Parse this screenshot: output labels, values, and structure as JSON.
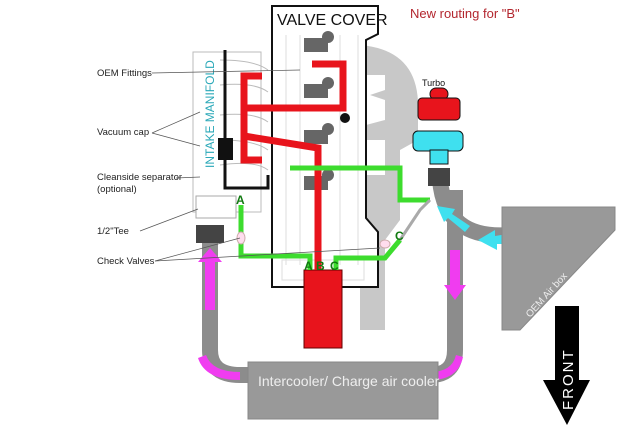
{
  "title": "New routing for \"B\"",
  "components": {
    "valve_cover": "VALVE COVER",
    "intake_manifold": "INTAKE MANIFOLD",
    "turbo": "Turbo",
    "intercooler": "Intercooler/ Charge air cooler",
    "air_box": "OEM Air box",
    "front": "FRONT"
  },
  "callouts": [
    {
      "label": "OEM Fittings"
    },
    {
      "label": "Vacuum cap"
    },
    {
      "label": "Cleanside separator"
    },
    {
      "label": "(optional)"
    },
    {
      "label": "1/2\"Tee"
    },
    {
      "label": "Check Valves"
    }
  ],
  "ports": {
    "a": "A",
    "b": "B",
    "c": "C"
  },
  "colors": {
    "vacuum_line": "#e8141c",
    "boost_line": "#3ddc2e",
    "flow_arrow": "#f03cf0",
    "intake_arrow": "#3fe0ef",
    "pipe": "#8c8c8c",
    "title": "#b3262e"
  }
}
